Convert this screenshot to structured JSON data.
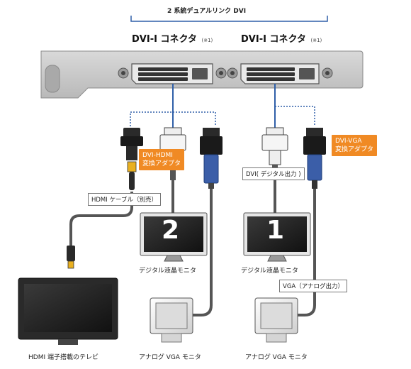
{
  "header": "2 系統デュアルリンク DVI",
  "connectors": [
    {
      "title": "DVI-I コネクタ",
      "note": "(※1)"
    },
    {
      "title": "DVI-I コネクタ",
      "note": "(※1)"
    }
  ],
  "adapters": {
    "hdmi": [
      "DVI-HDMI",
      "変換アダプタ"
    ],
    "vga": [
      "DVI-VGA",
      "変換アダプタ"
    ]
  },
  "cables": {
    "hdmi": "HDMI ケーブル（別売）",
    "dvi_digital": "DVI( デジタル出力 )",
    "vga_analog": "VGA（アナログ出力）"
  },
  "monitors": [
    {
      "number": "2",
      "caption": "デジタル液晶モニタ"
    },
    {
      "number": "1",
      "caption": "デジタル液晶モニタ"
    }
  ],
  "captions": {
    "tv": "HDMI 端子搭載のテレビ",
    "analog_left": "アナログ VGA モニタ",
    "analog_right": "アナログ VGA モニタ"
  },
  "colors": {
    "orange": "#f08a24",
    "blue_line": "#2f5fa8",
    "cable": "#555555",
    "bracket": "#c8c8c8",
    "vga_blue": "#3b5ea8"
  }
}
